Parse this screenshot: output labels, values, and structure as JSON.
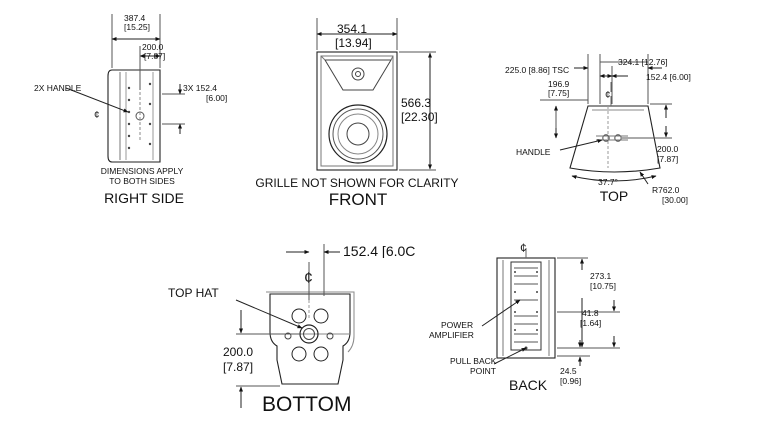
{
  "right_side": {
    "title": "RIGHT SIDE",
    "note_line1": "DIMENSIONS APPLY",
    "note_line2": "TO BOTH SIDES",
    "handle_label": "2X HANDLE",
    "dim_depth_mm": "387.4",
    "dim_depth_in": "[15.25]",
    "dim_handle_offset_mm": "200.0",
    "dim_handle_offset_in": "[7.87]",
    "dim_spacing_mm": "3X 152.4",
    "dim_spacing_in": "[6.00]"
  },
  "front": {
    "title": "FRONT",
    "note": "GRILLE NOT SHOWN FOR CLARITY",
    "dim_width_mm": "354.1",
    "dim_width_in": "[13.94]",
    "dim_height_mm": "566.3",
    "dim_height_in": "[22.30]"
  },
  "top": {
    "title": "TOP",
    "handle_label": "HANDLE",
    "dim_tsc": "225.0  [8.86] TSC",
    "dim_depth": "324.1  [12.76]",
    "dim_196_mm": "196.9",
    "dim_196_in": "[7.75]",
    "dim_152": "152.4  [6.00]",
    "dim_200_mm": "200.0",
    "dim_200_in": "[7.87]",
    "angle": "37.7°",
    "radius_mm": "R762.0",
    "radius_in": "[30.00]"
  },
  "bottom": {
    "title": "BOTTOM",
    "top_hat_label": "TOP HAT",
    "dim_152": "152.4  [6.0C",
    "dim_200_mm": "200.0",
    "dim_200_in": "[7.87]"
  },
  "back": {
    "title": "BACK",
    "power_label_line1": "POWER",
    "power_label_line2": "AMPLIFIER",
    "pull_label_line1": "PULL BACK",
    "pull_label_line2": "POINT",
    "dim_273_mm": "273.1",
    "dim_273_in": "[10.75]",
    "dim_41_mm": "41.8",
    "dim_41_in": "[1.64]",
    "dim_24_mm": "24.5",
    "dim_24_in": "[0.96]"
  }
}
